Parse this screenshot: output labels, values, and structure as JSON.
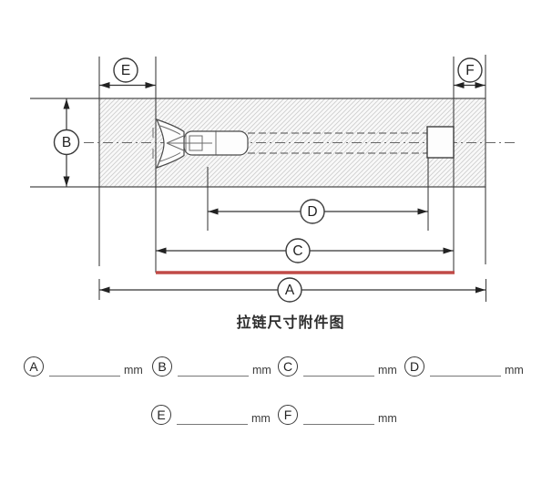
{
  "caption": "拉链尺寸附件图",
  "unit": "mm",
  "labels": {
    "A": "A",
    "B": "B",
    "C": "C",
    "D": "D",
    "E": "E",
    "F": "F"
  },
  "form": {
    "fields": [
      {
        "label": "A",
        "value": "",
        "unit": "mm"
      },
      {
        "label": "B",
        "value": "",
        "unit": "mm"
      },
      {
        "label": "C",
        "value": "",
        "unit": "mm"
      },
      {
        "label": "D",
        "value": "",
        "unit": "mm"
      },
      {
        "label": "E",
        "value": "",
        "unit": "mm"
      },
      {
        "label": "F",
        "value": "",
        "unit": "mm"
      }
    ]
  },
  "colors": {
    "red_tape_line": "#c04a47",
    "line": "#3f3f3f",
    "hatch": "#cfcfcf"
  }
}
